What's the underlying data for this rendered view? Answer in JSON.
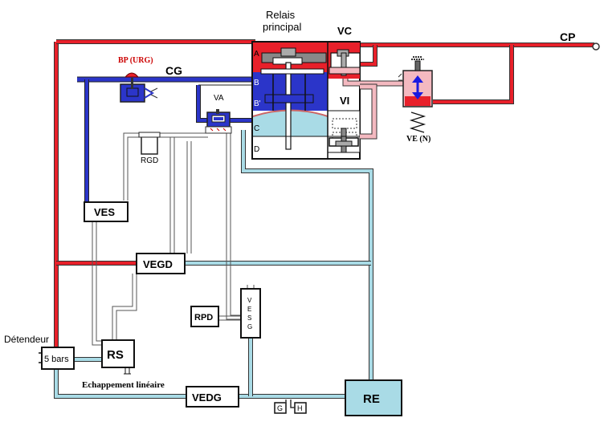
{
  "labels": {
    "relais_line1": "Relais",
    "relais_line2": "principal",
    "vc": "VC",
    "cp": "CP",
    "bp_urg": "BP (URG)",
    "cg": "CG",
    "va": "VA",
    "vi": "VI",
    "ve_n": "VE (N)",
    "chamber_a": "A",
    "chamber_b": "B",
    "chamber_b2": "B'",
    "chamber_c": "C",
    "chamber_d": "D",
    "rgd": "RGD",
    "ves": "VES",
    "vegd": "VEGD",
    "rpd": "RPD",
    "vesg_v": "V",
    "vesg_e": "E",
    "vesg_s": "S",
    "vesg_g": "G",
    "detendeur": "Détendeur",
    "five_bars": "5 bars",
    "rs": "RS",
    "echappement": "Echappement linéaire",
    "vedg": "VEDG",
    "re": "RE",
    "g": "G",
    "h": "H"
  },
  "colors": {
    "main_pipe": "#e8202a",
    "brake_pipe": "#2b35c9",
    "reservoir_pipe": "#a9dbe6",
    "control_pipe": "#f4b9c0",
    "pipe_outline": "#333333"
  }
}
